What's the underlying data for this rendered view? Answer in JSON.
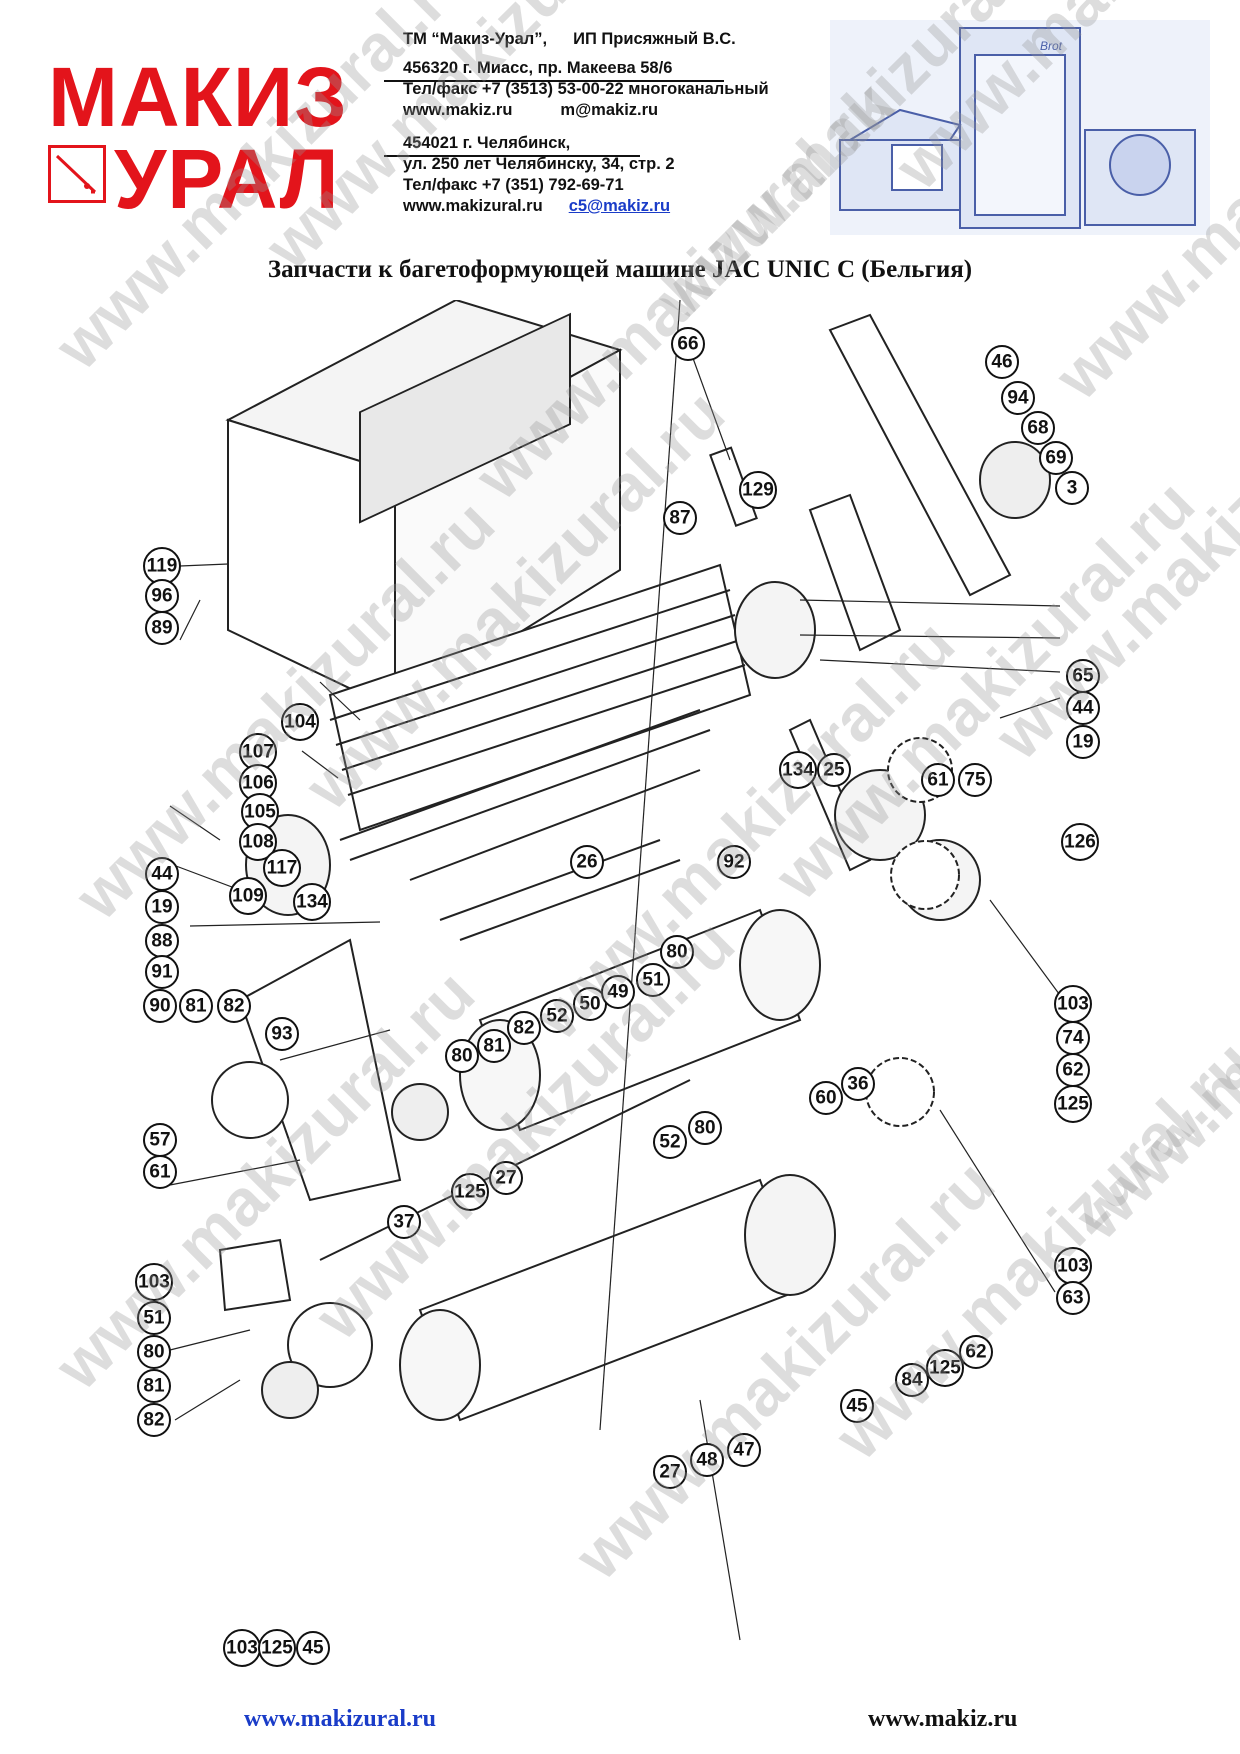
{
  "header": {
    "logo_line1": "МАКИЗ",
    "logo_line2": "УРАЛ",
    "trademark": "ТМ “Макиз-Урал”,",
    "entrepreneur": "ИП Присяжный В.С.",
    "miass": {
      "address": "456320 г. Миасс, пр. Макеева 58/6",
      "phone": "Тел/факс +7 (3513) 53-00-22 многоканальный",
      "website": "www.makiz.ru",
      "email": "m@makiz.ru"
    },
    "chelyabinsk": {
      "address_line1": "454021 г. Челябинск,",
      "address_line2": "ул. 250 лет Челябинску, 34, стр. 2",
      "phone": "Тел/факс +7 (351) 792-69-71",
      "website": "www.makizural.ru",
      "email": "c5@makiz.ru"
    }
  },
  "title": "Запчасти к багетоформующей машине JAC UNIC C (Бельгия)",
  "footer": {
    "left_site": "www.makizural.ru",
    "right_site": "www.makiz.ru"
  },
  "watermark_text": "www.makizural.ru",
  "colors": {
    "brand_red": "#e3141b",
    "link_blue": "#1a3cc8",
    "ink": "#111111"
  },
  "chart_data": {
    "type": "diagram",
    "part_numbers": [
      "66",
      "46",
      "94",
      "68",
      "69",
      "3",
      "129",
      "87",
      "119",
      "96",
      "89",
      "65",
      "44",
      "19",
      "104",
      "107",
      "106",
      "105",
      "108",
      "117",
      "109",
      "134",
      "134",
      "25",
      "61",
      "75",
      "126",
      "26",
      "92",
      "44",
      "19",
      "88",
      "91",
      "90",
      "81",
      "82",
      "93",
      "80",
      "81",
      "82",
      "52",
      "50",
      "49",
      "51",
      "80",
      "103",
      "74",
      "62",
      "125",
      "60",
      "36",
      "57",
      "61",
      "125",
      "27",
      "37",
      "52",
      "80",
      "103",
      "51",
      "80",
      "81",
      "82",
      "103",
      "63",
      "62",
      "125",
      "84",
      "45",
      "47",
      "48",
      "27",
      "103",
      "125",
      "45"
    ]
  }
}
